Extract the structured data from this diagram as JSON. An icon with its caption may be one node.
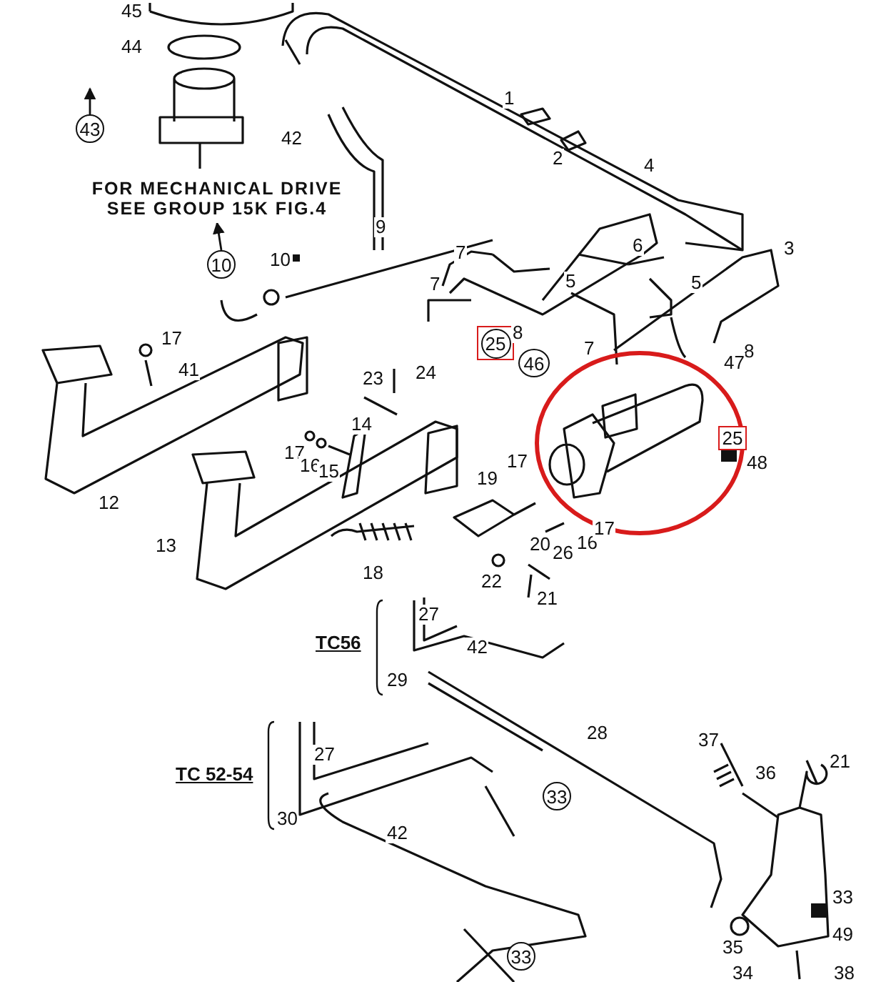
{
  "diagram": {
    "nodes": [
      {
        "text": [
          "FOR MECHANICAL DRIVE SEE GROUP 15K FIG.4"
        ]
      },
      {
        "text": [
          "43"
        ]
      },
      {
        "text": [
          "10"
        ]
      },
      {
        "text": [
          "25"
        ]
      },
      {
        "text": [
          "46"
        ]
      },
      {
        "text": [
          "25"
        ]
      },
      {
        "text": [
          "33"
        ]
      },
      {
        "text": [
          "33"
        ]
      }
    ],
    "edges": [
      {
        "from": 1,
        "to": null,
        "arrow": "to"
      },
      {
        "from": 2,
        "to": 0,
        "arrow": "to"
      }
    ],
    "labels": [
      "45",
      "44",
      "42",
      "1",
      "2",
      "4",
      "9",
      "10",
      "7",
      "7",
      "5",
      "6",
      "5",
      "3",
      "8",
      "7",
      "8",
      "47",
      "17",
      "41",
      "12",
      "23",
      "24",
      "14",
      "17",
      "16",
      "15",
      "13",
      "19",
      "17",
      "48",
      "18",
      "20",
      "26",
      "16",
      "17",
      "22",
      "21",
      "27",
      "TC56",
      "42",
      "29",
      "28",
      "27",
      "TC 52-54",
      "30",
      "42",
      "37",
      "36",
      "21",
      "33",
      "49",
      "35",
      "34",
      "38"
    ]
  }
}
